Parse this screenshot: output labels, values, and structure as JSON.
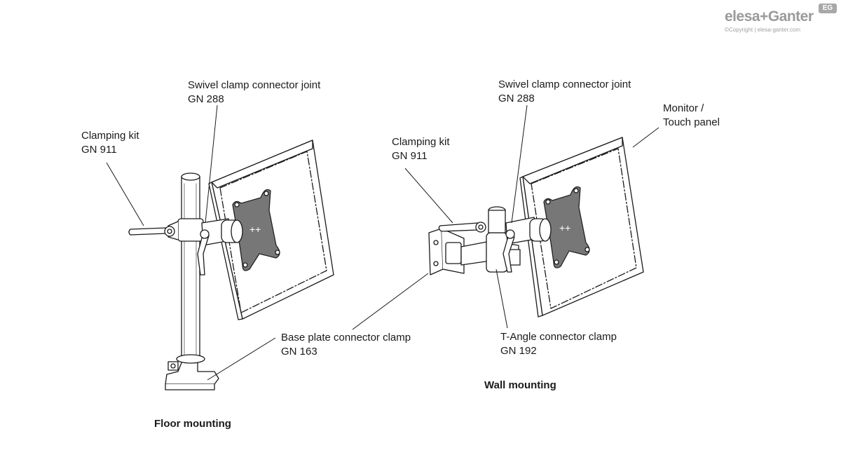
{
  "brand": {
    "name": "elesa+Ganter",
    "copyright": "©Copyright | elesa-ganter.com",
    "badge": "EG"
  },
  "floor": {
    "title": "Floor mounting",
    "clamping_kit": [
      "Clamping kit",
      "GN 911"
    ],
    "swivel_joint": [
      "Swivel clamp connector joint",
      "GN 288"
    ],
    "base_plate": [
      "Base plate connector clamp",
      "GN 163"
    ]
  },
  "wall": {
    "title": "Wall mounting",
    "clamping_kit": [
      "Clamping kit",
      "GN 911"
    ],
    "swivel_joint": [
      "Swivel clamp connector joint",
      "GN 288"
    ],
    "monitor": [
      "Monitor /",
      "Touch panel"
    ],
    "t_angle": [
      "T-Angle connector clamp",
      "GN 192"
    ]
  }
}
